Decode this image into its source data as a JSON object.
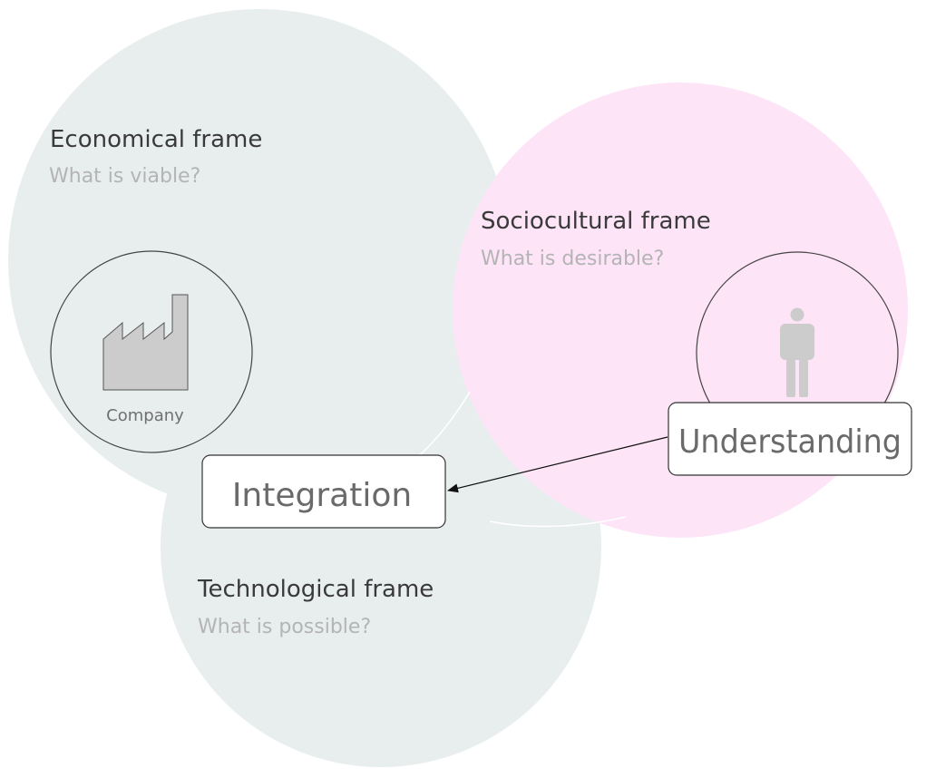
{
  "colors": {
    "frame_gray": "#e8eeee",
    "frame_pink": "#fde4f7",
    "stroke": "#444444",
    "icon_fill": "#cccccc",
    "title_text": "#3a3a3a",
    "question_text": "#b4b4b4"
  },
  "frames": {
    "economical": {
      "title": "Economical frame",
      "question": "What is viable?"
    },
    "sociocultural": {
      "title": "Sociocultural frame",
      "question": "What is desirable?"
    },
    "technological": {
      "title": "Technological frame",
      "question": "What is possible?"
    }
  },
  "company": {
    "label": "Company",
    "icon": "factory-icon"
  },
  "user": {
    "icon": "person-icon"
  },
  "boxes": {
    "integration": "Integration",
    "understanding": "Understanding"
  },
  "arrow": {
    "from": "understanding",
    "to": "integration"
  }
}
